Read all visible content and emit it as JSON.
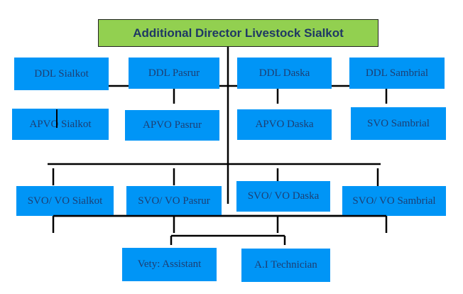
{
  "title": "Additional Director Livestock Sialkot",
  "ddl": [
    "DDL Sialkot",
    "DDL Pasrur",
    "DDL Daska",
    "DDL Sambrial"
  ],
  "apvo": [
    "APVO  Sialkot",
    "APVO Pasrur",
    "APVO Daska",
    "SVO Sambrial"
  ],
  "svo": [
    "SVO/ VO Sialkot",
    "SVO/ VO Pasrur",
    "SVO/ VO Daska",
    "SVO/ VO Sambrial"
  ],
  "staff": [
    "Vety: Assistant",
    "A.I Technician"
  ],
  "colors": {
    "box": "#0095f6",
    "head": "#92d050",
    "text": "#1d3f73"
  }
}
